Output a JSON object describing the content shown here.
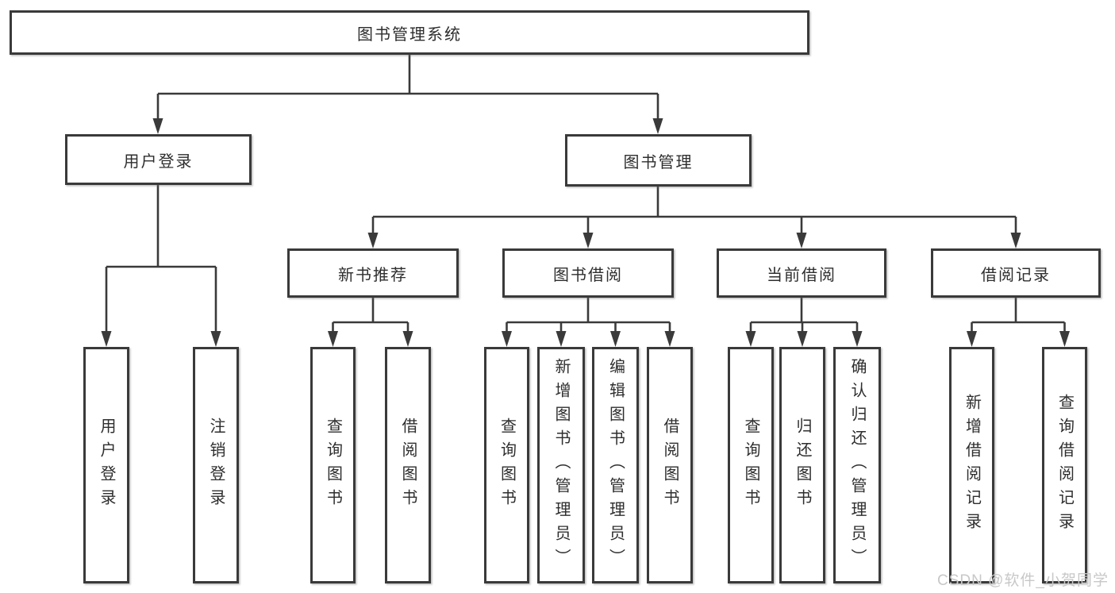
{
  "tree": {
    "label": "图书管理系统",
    "children": [
      {
        "label": "用户登录",
        "children": [
          {
            "label": "用户登录"
          },
          {
            "label": "注销登录"
          }
        ]
      },
      {
        "label": "图书管理",
        "children": [
          {
            "label": "新书推荐",
            "children": [
              {
                "label": "查询图书"
              },
              {
                "label": "借阅图书"
              }
            ]
          },
          {
            "label": "图书借阅",
            "children": [
              {
                "label": "查询图书"
              },
              {
                "label": "新增图书（管理员）"
              },
              {
                "label": "编辑图书（管理员）"
              },
              {
                "label": "借阅图书"
              }
            ]
          },
          {
            "label": "当前借阅",
            "children": [
              {
                "label": "查询图书"
              },
              {
                "label": "归还图书"
              },
              {
                "label": "确认归还（管理员）"
              }
            ]
          },
          {
            "label": "借阅记录",
            "children": [
              {
                "label": "新增借阅记录"
              },
              {
                "label": "查询借阅记录"
              }
            ]
          }
        ]
      }
    ]
  },
  "watermark": {
    "text": "CSDN @软件_小贺同学"
  },
  "colors": {
    "line": "#3a3a3a",
    "box_border": "#3a3a3a",
    "box_background": "#ffffff",
    "text": "#2e2e2e",
    "watermark": "#c8c8c8"
  }
}
